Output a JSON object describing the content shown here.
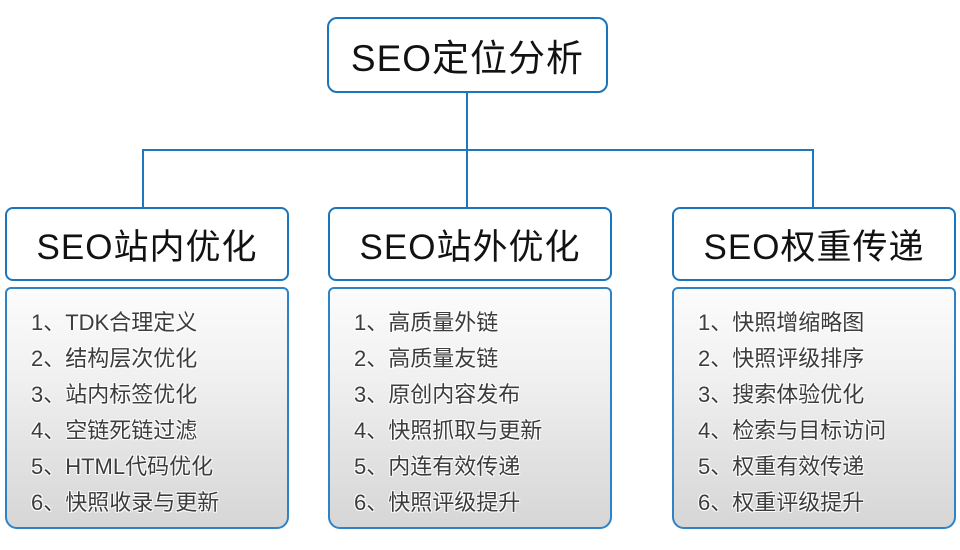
{
  "diagram": {
    "root": {
      "label": "SEO定位分析"
    },
    "columns": [
      {
        "title": "SEO站内优化",
        "items": [
          "1、TDK合理定义",
          "2、结构层次优化",
          "3、站内标签优化",
          "4、空链死链过滤",
          "5、HTML代码优化",
          "6、快照收录与更新"
        ]
      },
      {
        "title": "SEO站外优化",
        "items": [
          "1、高质量外链",
          "2、高质量友链",
          "3、原创内容发布",
          "4、快照抓取与更新",
          "5、内连有效传递",
          "6、快照评级提升"
        ]
      },
      {
        "title": "SEO权重传递",
        "items": [
          "1、快照增缩略图",
          "2、快照评级排序",
          "3、搜索体验优化",
          "4、检索与目标访问",
          "5、权重有效传递",
          "6、权重评级提升"
        ]
      }
    ],
    "colors": {
      "border_blue": "#1b75bc",
      "connector_blue": "#1f78bd",
      "title_text": "#121212",
      "list_text": "#3c3c3c",
      "card_gradient_top": "#fcfcfc",
      "card_gradient_bottom": "#d6d6d6"
    }
  }
}
